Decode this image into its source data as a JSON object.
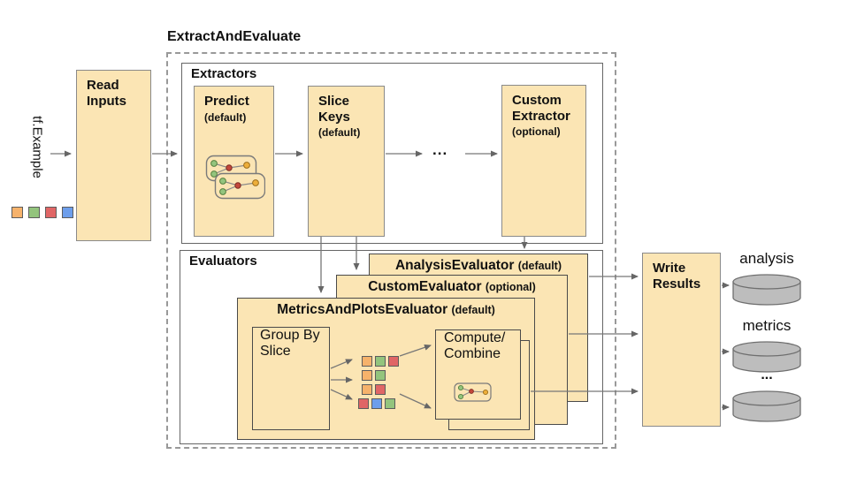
{
  "colors": {
    "box-fill": "#FBE5B4",
    "cylinder-fill": "#BDBDBD",
    "square-orange": "#F6B26B",
    "square-green": "#93C47D",
    "square-red": "#E06666",
    "square-blue": "#6D9EEB"
  },
  "title": "ExtractAndEvaluate",
  "input": {
    "label": "tf.Example",
    "squares": [
      "orange",
      "green",
      "red",
      "blue"
    ]
  },
  "read_inputs": {
    "label": "Read Inputs"
  },
  "extractors": {
    "label": "Extractors",
    "predict": {
      "name": "Predict",
      "qualifier": "(default)"
    },
    "slice_keys": {
      "name": "Slice Keys",
      "qualifier": "(default)"
    },
    "ellipsis": "...",
    "custom": {
      "name": "Custom Extractor",
      "qualifier": "(optional)"
    }
  },
  "evaluators": {
    "label": "Evaluators",
    "analysis": {
      "name": "AnalysisEvaluator",
      "qualifier": "(default)"
    },
    "custom": {
      "name": "CustomEvaluator",
      "qualifier": "(optional)"
    },
    "metrics_and_plots": {
      "name": "MetricsAndPlotsEvaluator",
      "qualifier": "(default)"
    },
    "group_by_slice": {
      "label": "Group By Slice"
    },
    "compute_combine": {
      "label": "Compute/ Combine"
    },
    "slice_rows": [
      [
        "orange",
        "green",
        "red"
      ],
      [
        "orange",
        "green"
      ],
      [
        "orange",
        "red"
      ],
      [
        "red",
        "blue",
        "green"
      ]
    ]
  },
  "write_results": {
    "label": "Write Results"
  },
  "outputs": [
    {
      "label": "analysis"
    },
    {
      "label": "metrics"
    },
    {
      "label": "..."
    }
  ]
}
